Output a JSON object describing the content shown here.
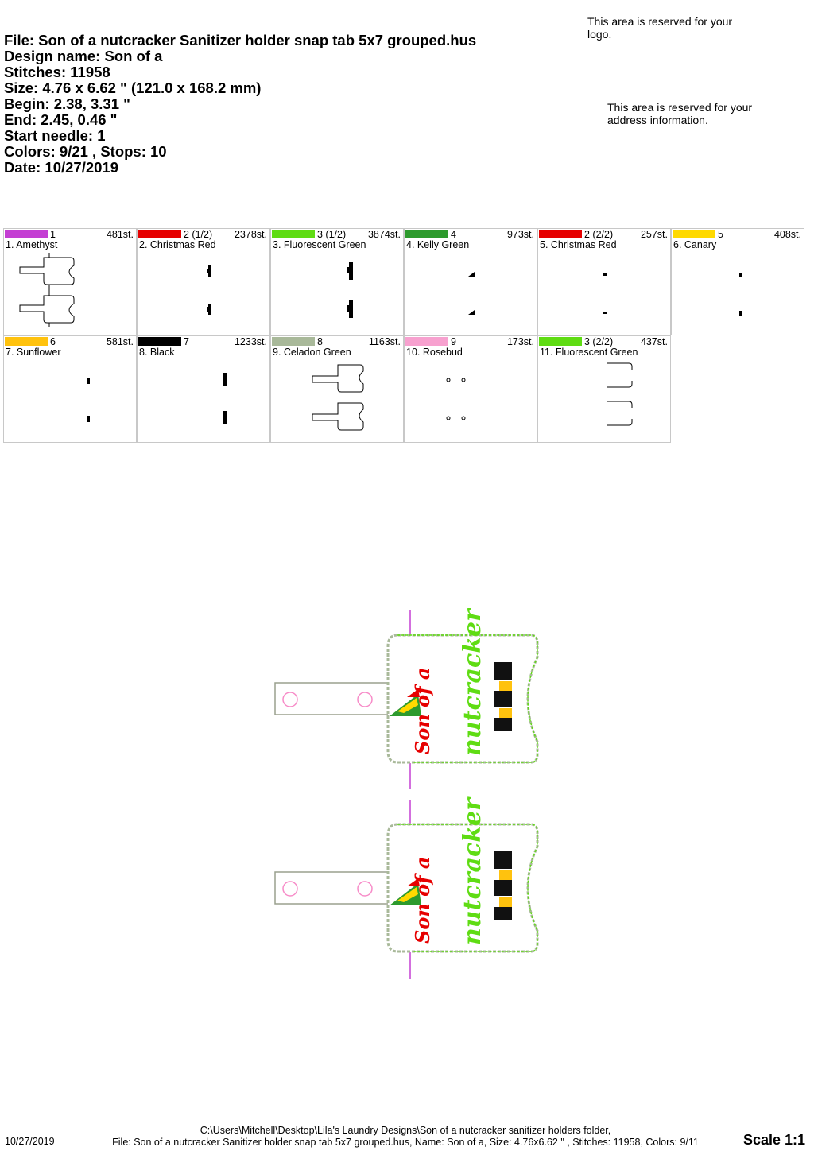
{
  "header": {
    "file": "File: Son of a nutcracker Sanitizer holder snap tab 5x7 grouped.hus",
    "design_name": "Design name: Son of a",
    "stitches": "Stitches: 11958",
    "size": "Size: 4.76 x 6.62 \" (121.0 x 168.2 mm)",
    "begin": "Begin: 2.38, 3.31 \"",
    "end": "End: 2.45, 0.46 \"",
    "start_needle": "Start needle: 1",
    "colors": "Colors: 9/21 , Stops: 10",
    "date": "Date: 10/27/2019"
  },
  "notes": {
    "logo": "This area is reserved for your logo.",
    "address": "This area is reserved for your address information."
  },
  "colors": [
    {
      "needle": "1",
      "stitches": "481st.",
      "name": "1. Amethyst",
      "color": "#c43fd3",
      "thumb": "outline-full"
    },
    {
      "needle": "2 (1/2)",
      "stitches": "2378st.",
      "name": "2. Christmas Red",
      "color": "#e60000",
      "thumb": "text-small"
    },
    {
      "needle": "3 (1/2)",
      "stitches": "3874st.",
      "name": "3. Fluorescent Green",
      "color": "#5fdc13",
      "thumb": "text-tall"
    },
    {
      "needle": "4",
      "stitches": "973st.",
      "name": "4. Kelly Green",
      "color": "#2d9a2d",
      "thumb": "triangle"
    },
    {
      "needle": "2 (2/2)",
      "stitches": "257st.",
      "name": "5. Christmas Red",
      "color": "#e60000",
      "thumb": "dot"
    },
    {
      "needle": "5",
      "stitches": "408st.",
      "name": "6. Canary",
      "color": "#ffd900",
      "thumb": "dot-right"
    },
    {
      "needle": "6",
      "stitches": "581st.",
      "name": "7. Sunflower",
      "color": "#ffc20e",
      "thumb": "bar-small"
    },
    {
      "needle": "7",
      "stitches": "1233st.",
      "name": "8. Black",
      "color": "#000000",
      "thumb": "bar-tall"
    },
    {
      "needle": "8",
      "stitches": "1163st.",
      "name": "9. Celadon Green",
      "color": "#a9b99a",
      "thumb": "outline-small"
    },
    {
      "needle": "9",
      "stitches": "173st.",
      "name": "10. Rosebud",
      "color": "#f7a1cf",
      "thumb": "circles"
    },
    {
      "needle": "3 (2/2)",
      "stitches": "437st.",
      "name": "11. Fluorescent Green",
      "color": "#5fdc13",
      "thumb": "brackets"
    }
  ],
  "design": {
    "line1": "Son of a",
    "line2": "nutcracker"
  },
  "footer": {
    "date": "10/27/2019",
    "path": "C:\\Users\\Mitchell\\Desktop\\Lila's Laundry Designs\\Son of a nutcracker sanitizer holders folder,",
    "summary": "File: Son of a nutcracker Sanitizer holder snap tab 5x7 grouped.hus, Name: Son of a, Size: 4.76x6.62 \" , Stitches: 11958, Colors: 9/11",
    "scale": "Scale 1:1"
  }
}
